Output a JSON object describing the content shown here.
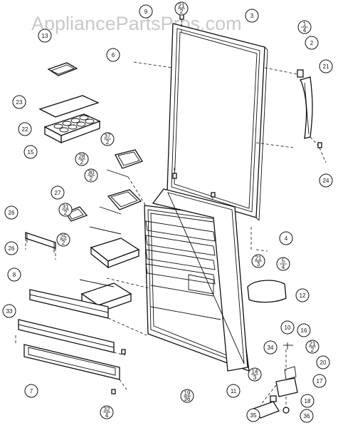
{
  "watermark": "AppliancePartsPros.com",
  "callouts": [
    {
      "id": "c9",
      "top": "9",
      "bottom": ""
    },
    {
      "id": "c21a",
      "top": "21",
      "bottom": "2"
    },
    {
      "id": "c3",
      "top": "3",
      "bottom": ""
    },
    {
      "id": "c1",
      "top": "1",
      "bottom": "4"
    },
    {
      "id": "c2",
      "top": "2",
      "bottom": ""
    },
    {
      "id": "c21b",
      "top": "21",
      "bottom": ""
    },
    {
      "id": "c6",
      "top": "6",
      "bottom": ""
    },
    {
      "id": "c13",
      "top": "13",
      "bottom": ""
    },
    {
      "id": "c23",
      "top": "23",
      "bottom": ""
    },
    {
      "id": "c22",
      "top": "22",
      "bottom": ""
    },
    {
      "id": "c15",
      "top": "15",
      "bottom": ""
    },
    {
      "id": "c37",
      "top": "37",
      "bottom": "2"
    },
    {
      "id": "c28",
      "top": "28",
      "bottom": "2"
    },
    {
      "id": "c30",
      "top": "30",
      "bottom": "2"
    },
    {
      "id": "c24",
      "top": "24",
      "bottom": ""
    },
    {
      "id": "c27",
      "top": "27",
      "bottom": ""
    },
    {
      "id": "c31",
      "top": "31",
      "bottom": "2"
    },
    {
      "id": "c26a",
      "top": "26",
      "bottom": ""
    },
    {
      "id": "c25",
      "top": "25",
      "bottom": "2"
    },
    {
      "id": "c26b",
      "top": "26",
      "bottom": ""
    },
    {
      "id": "c4",
      "top": "4",
      "bottom": ""
    },
    {
      "id": "c21c",
      "top": "21",
      "bottom": "3"
    },
    {
      "id": "c5",
      "top": "5",
      "bottom": "4"
    },
    {
      "id": "c8",
      "top": "8",
      "bottom": ""
    },
    {
      "id": "c12",
      "top": "12",
      "bottom": ""
    },
    {
      "id": "c33",
      "top": "33",
      "bottom": ""
    },
    {
      "id": "c10",
      "top": "10",
      "bottom": ""
    },
    {
      "id": "c16",
      "top": "16",
      "bottom": ""
    },
    {
      "id": "c34",
      "top": "34",
      "bottom": ""
    },
    {
      "id": "c21d",
      "top": "21",
      "bottom": "2"
    },
    {
      "id": "c20",
      "top": "20",
      "bottom": ""
    },
    {
      "id": "c7",
      "top": "7",
      "bottom": ""
    },
    {
      "id": "c14",
      "top": "14",
      "bottom": "3"
    },
    {
      "id": "c17",
      "top": "17",
      "bottom": ""
    },
    {
      "id": "c19",
      "top": "19",
      "bottom": "36"
    },
    {
      "id": "c11",
      "top": "11",
      "bottom": ""
    },
    {
      "id": "c18",
      "top": "18",
      "bottom": ""
    },
    {
      "id": "c32",
      "top": "32",
      "bottom": "4"
    },
    {
      "id": "c35",
      "top": "35",
      "bottom": ""
    },
    {
      "id": "c36",
      "top": "36",
      "bottom": ""
    }
  ]
}
